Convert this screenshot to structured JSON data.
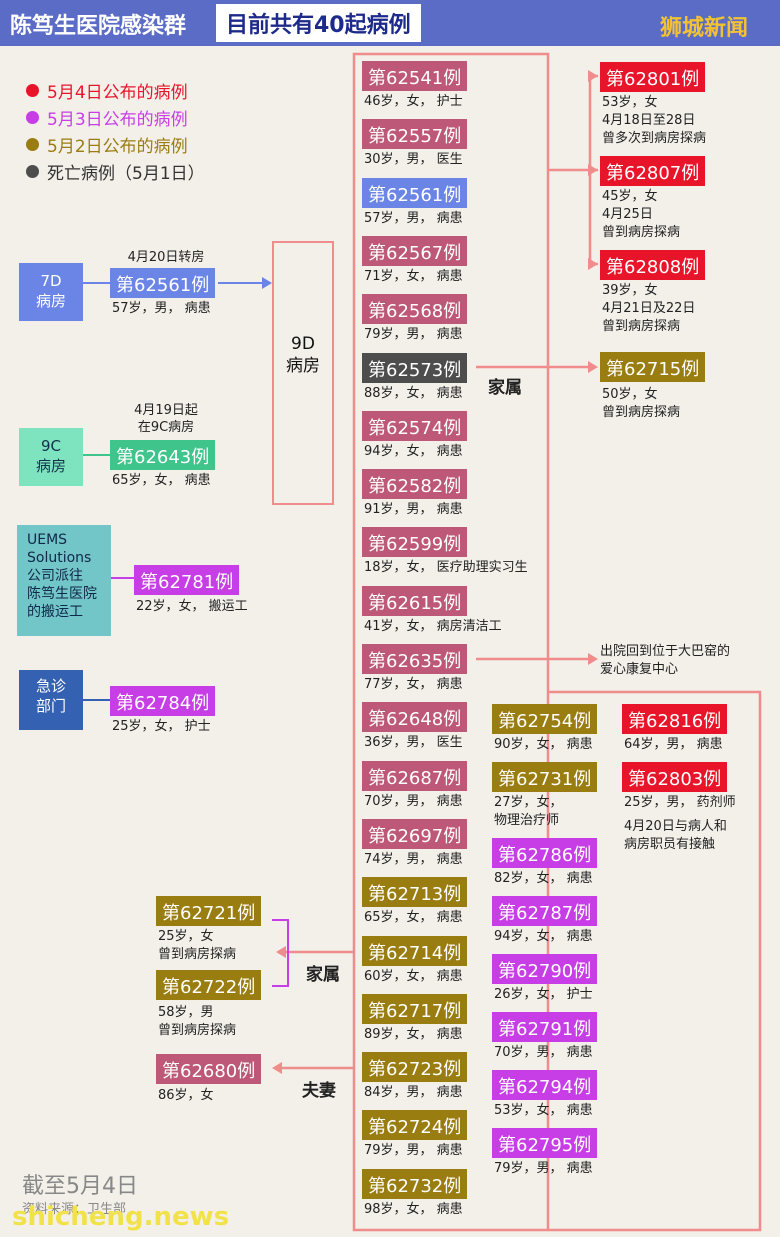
{
  "header": {
    "title": "陈笃生医院感染群",
    "subtitle": "目前共有40起病例",
    "brand": "狮城新闻"
  },
  "legend": [
    {
      "label": "5月4日公布的病例",
      "color": "#e8152a"
    },
    {
      "label": "5月3日公布的病例",
      "color": "#c73ee6"
    },
    {
      "label": "5月2日公布的病例",
      "color": "#9a7d10"
    },
    {
      "label": "死亡病例（5月1日）",
      "color": "#4d4d4d"
    }
  ],
  "wards": {
    "w7d": "7D\n病房",
    "w9c": "9C\n病房",
    "uems": "UEMS\nSolutions\n公司派往\n陈笃生医院\n的搬运工",
    "er": "急诊\n部门",
    "w9d": "9D\n病房"
  },
  "left_cases": {
    "transfer_note": "4月20日转房",
    "c62561": {
      "label": "第62561例",
      "desc": "57岁，男， 病患"
    },
    "since_note": "4月19日起\n在9C病房",
    "c62643": {
      "label": "第62643例",
      "desc": "65岁，女， 病患"
    },
    "c62781": {
      "label": "第62781例",
      "desc": "22岁，女， 搬运工"
    },
    "c62784": {
      "label": "第62784例",
      "desc": "25岁，女， 护士"
    }
  },
  "column1": [
    {
      "label": "第62541例",
      "desc": "46岁，女， 护士",
      "color": "#be5878"
    },
    {
      "label": "第62557例",
      "desc": "30岁，男， 医生",
      "color": "#be5878"
    },
    {
      "label": "第62561例",
      "desc": "57岁，男， 病患",
      "color": "#6b85e6"
    },
    {
      "label": "第62567例",
      "desc": "71岁，女， 病患",
      "color": "#be5878"
    },
    {
      "label": "第62568例",
      "desc": "79岁，男， 病患",
      "color": "#be5878"
    },
    {
      "label": "第62573例",
      "desc": "88岁，女， 病患",
      "color": "#4d4d4d"
    },
    {
      "label": "第62574例",
      "desc": "94岁，女， 病患",
      "color": "#be5878"
    },
    {
      "label": "第62582例",
      "desc": "91岁，男， 病患",
      "color": "#be5878"
    },
    {
      "label": "第62599例",
      "desc": "18岁，女， 医疗助理实习生",
      "color": "#be5878"
    },
    {
      "label": "第62615例",
      "desc": "41岁，女， 病房清洁工",
      "color": "#be5878"
    },
    {
      "label": "第62635例",
      "desc": "77岁，女， 病患",
      "color": "#be5878"
    },
    {
      "label": "第62648例",
      "desc": "36岁，男， 医生",
      "color": "#be5878"
    },
    {
      "label": "第62687例",
      "desc": "70岁，男， 病患",
      "color": "#be5878"
    },
    {
      "label": "第62697例",
      "desc": "74岁，男， 病患",
      "color": "#be5878"
    },
    {
      "label": "第62713例",
      "desc": "65岁，女， 病患",
      "color": "#9a7d10"
    },
    {
      "label": "第62714例",
      "desc": "60岁，女， 病患",
      "color": "#9a7d10"
    },
    {
      "label": "第62717例",
      "desc": "89岁，女， 病患",
      "color": "#9a7d10"
    },
    {
      "label": "第62723例",
      "desc": "84岁，男， 病患",
      "color": "#9a7d10"
    },
    {
      "label": "第62724例",
      "desc": "79岁，男， 病患",
      "color": "#9a7d10"
    },
    {
      "label": "第62732例",
      "desc": "98岁，女， 病患",
      "color": "#9a7d10"
    }
  ],
  "column2": [
    {
      "label": "第62754例",
      "desc": "90岁，女， 病患",
      "color": "#9a7d10"
    },
    {
      "label": "第62731例",
      "desc": "27岁，女，\n物理治疗师",
      "color": "#9a7d10"
    },
    {
      "label": "第62786例",
      "desc": "82岁，女， 病患",
      "color": "#c73ee6"
    },
    {
      "label": "第62787例",
      "desc": "94岁，女， 病患",
      "color": "#c73ee6"
    },
    {
      "label": "第62790例",
      "desc": "26岁，女， 护士",
      "color": "#c73ee6"
    },
    {
      "label": "第62791例",
      "desc": "70岁，男， 病患",
      "color": "#c73ee6"
    },
    {
      "label": "第62794例",
      "desc": "53岁，女， 病患",
      "color": "#c73ee6"
    },
    {
      "label": "第62795例",
      "desc": "79岁，男， 病患",
      "color": "#c73ee6"
    }
  ],
  "column3": {
    "c62816": {
      "label": "第62816例",
      "desc": "64岁，男， 病患"
    },
    "c62803": {
      "label": "第62803例",
      "desc": "25岁，男， 药剂师"
    },
    "note": "4月20日与病人和\n病房职员有接触"
  },
  "visitors": {
    "c62801": {
      "label": "第62801例",
      "desc": "53岁，女\n4月18日至28日\n曾多次到病房探病"
    },
    "c62807": {
      "label": "第62807例",
      "desc": "45岁，女\n4月25日\n曾到病房探病"
    },
    "c62808": {
      "label": "第62808例",
      "desc": "39岁，女\n4月21日及22日\n曾到病房探病"
    },
    "c62715": {
      "label": "第62715例",
      "desc": "50岁，女\n曾到病房探病"
    },
    "family1": "家属",
    "rehab": "出院回到位于大巴窑的\n爱心康复中心"
  },
  "relatives": {
    "c62721": {
      "label": "第62721例",
      "desc": "25岁，女\n曾到病房探病"
    },
    "c62722": {
      "label": "第62722例",
      "desc": "58岁，男\n曾到病房探病"
    },
    "family2": "家属",
    "c62680": {
      "label": "第62680例",
      "desc": "86岁，女"
    },
    "spouse": "夫妻"
  },
  "footer": {
    "date": "截至5月4日",
    "source": "资料来源：卫生部",
    "site": "shicheng.news"
  }
}
